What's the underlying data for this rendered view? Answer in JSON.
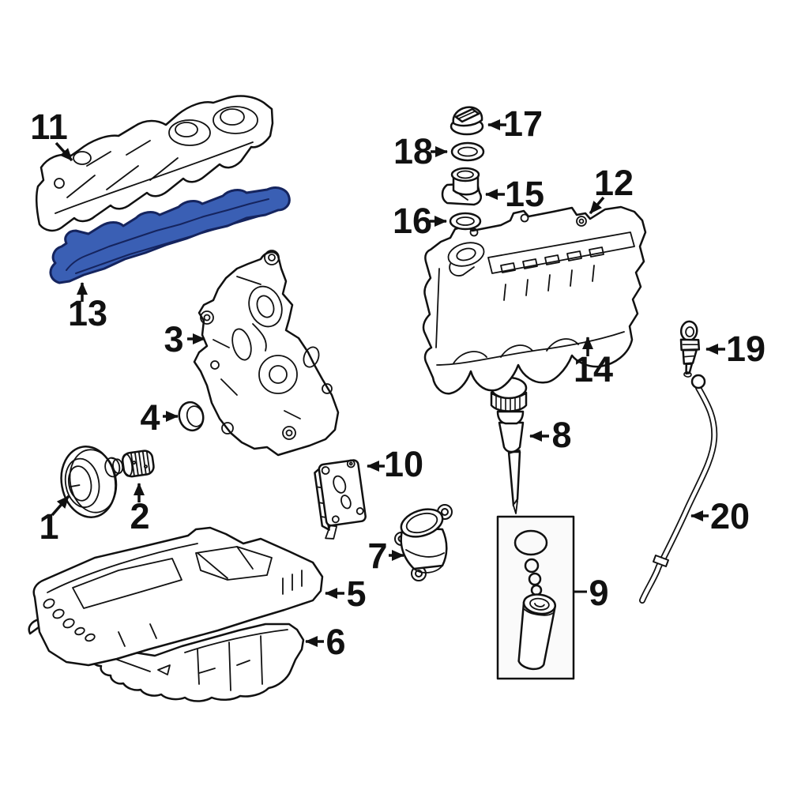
{
  "diagram": {
    "background": "#ffffff",
    "line_color": "#111111",
    "highlight_fill": "#3a5fb4",
    "highlight_stroke": "#15245e",
    "kit_box_fill": "#fafafa"
  },
  "callouts": [
    {
      "number": "1"
    },
    {
      "number": "2"
    },
    {
      "number": "3"
    },
    {
      "number": "4"
    },
    {
      "number": "5"
    },
    {
      "number": "6"
    },
    {
      "number": "7"
    },
    {
      "number": "8"
    },
    {
      "number": "9"
    },
    {
      "number": "10"
    },
    {
      "number": "11"
    },
    {
      "number": "12"
    },
    {
      "number": "13",
      "highlighted": true
    },
    {
      "number": "14"
    },
    {
      "number": "15"
    },
    {
      "number": "16"
    },
    {
      "number": "17"
    },
    {
      "number": "18"
    },
    {
      "number": "19"
    },
    {
      "number": "20"
    }
  ]
}
